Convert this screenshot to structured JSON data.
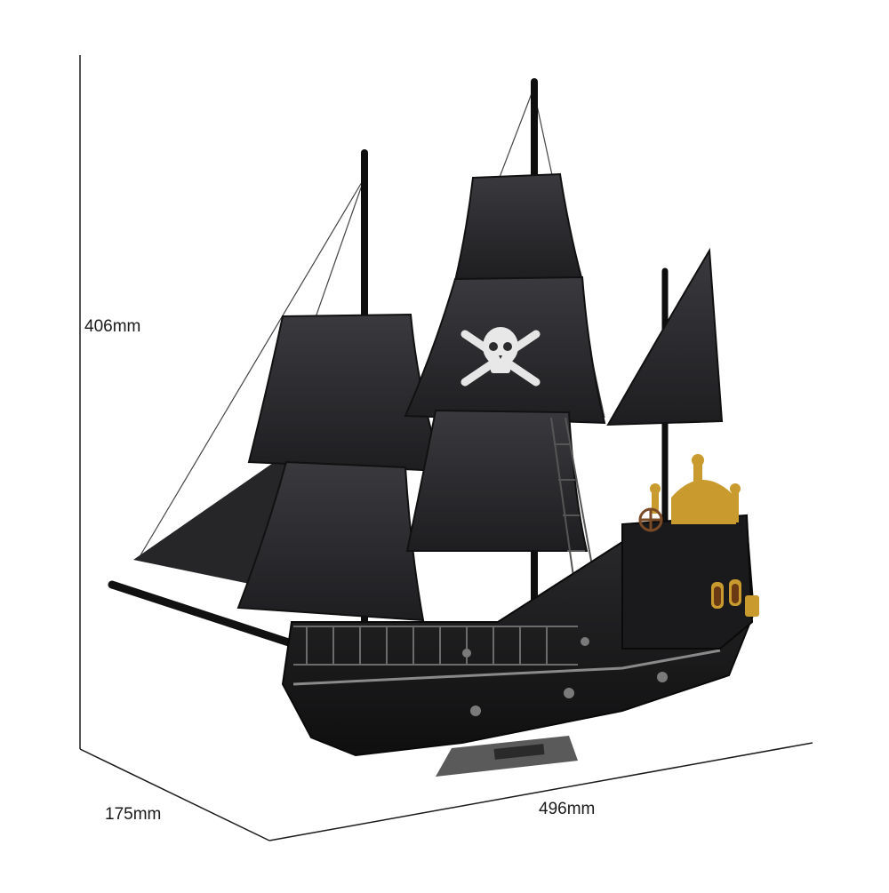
{
  "dimensions": {
    "height": "406mm",
    "depth": "175mm",
    "width": "496mm"
  },
  "colors": {
    "background": "#ffffff",
    "guide_line": "#1a1a1a",
    "hull": "#1c1c1e",
    "sail": "#2b2b2e",
    "gold_trim": "#c99a2e",
    "skull": "#e8e8e8",
    "plaque": "#5a5a5a"
  },
  "icons": {
    "flag_emblem": "skull-crossbones-icon"
  }
}
